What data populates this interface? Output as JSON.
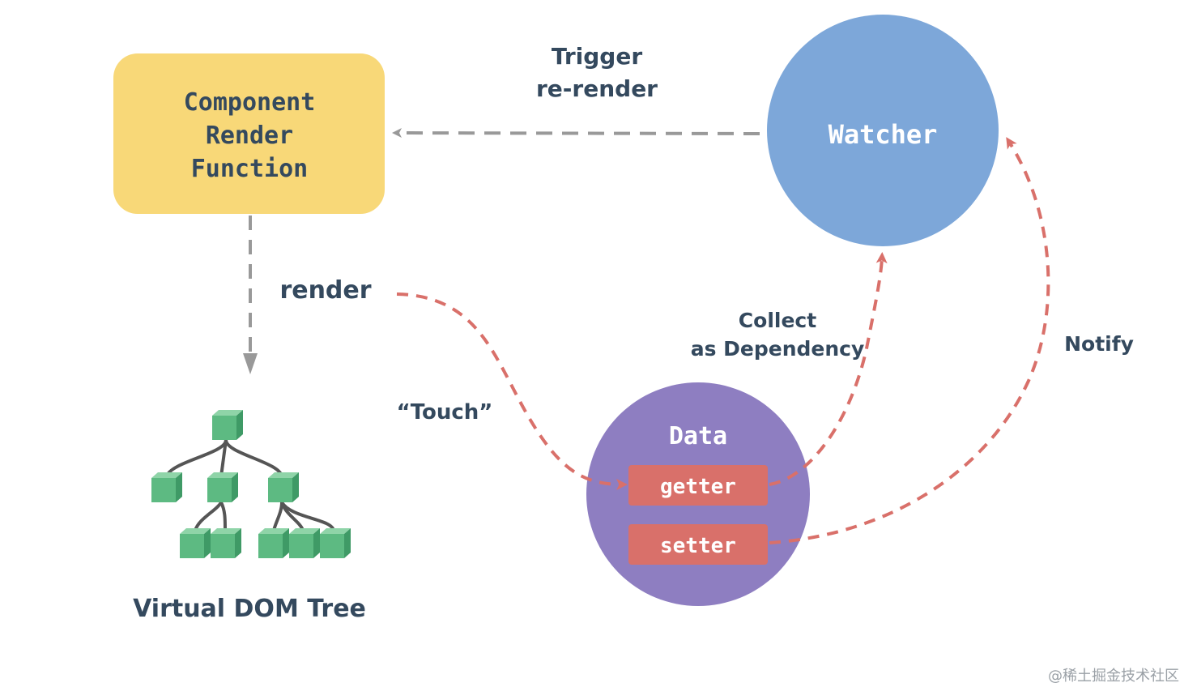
{
  "nodes": {
    "component": {
      "lines": [
        "Component",
        "Render",
        "Function"
      ]
    },
    "watcher": {
      "label": "Watcher"
    },
    "data": {
      "label": "Data",
      "getter": "getter",
      "setter": "setter"
    },
    "vdom": {
      "label": "Virtual DOM Tree"
    }
  },
  "edges": {
    "trigger": {
      "lines": [
        "Trigger",
        "re-render"
      ]
    },
    "render": {
      "label": "render"
    },
    "touch": {
      "label": "“Touch”"
    },
    "collect": {
      "lines": [
        "Collect",
        "as Dependency"
      ]
    },
    "notify": {
      "label": "Notify"
    }
  },
  "watermark": "@稀土掘金技术社区",
  "colors": {
    "component_fill": "#f8d878",
    "watcher_fill": "#7da7d9",
    "data_fill": "#8e7ec1",
    "getter_setter_fill": "#d9706a",
    "text_dark": "#34495e",
    "gray_arrow": "#999999",
    "red_arrow": "#d9706a",
    "cube_green": "#5dba82"
  }
}
